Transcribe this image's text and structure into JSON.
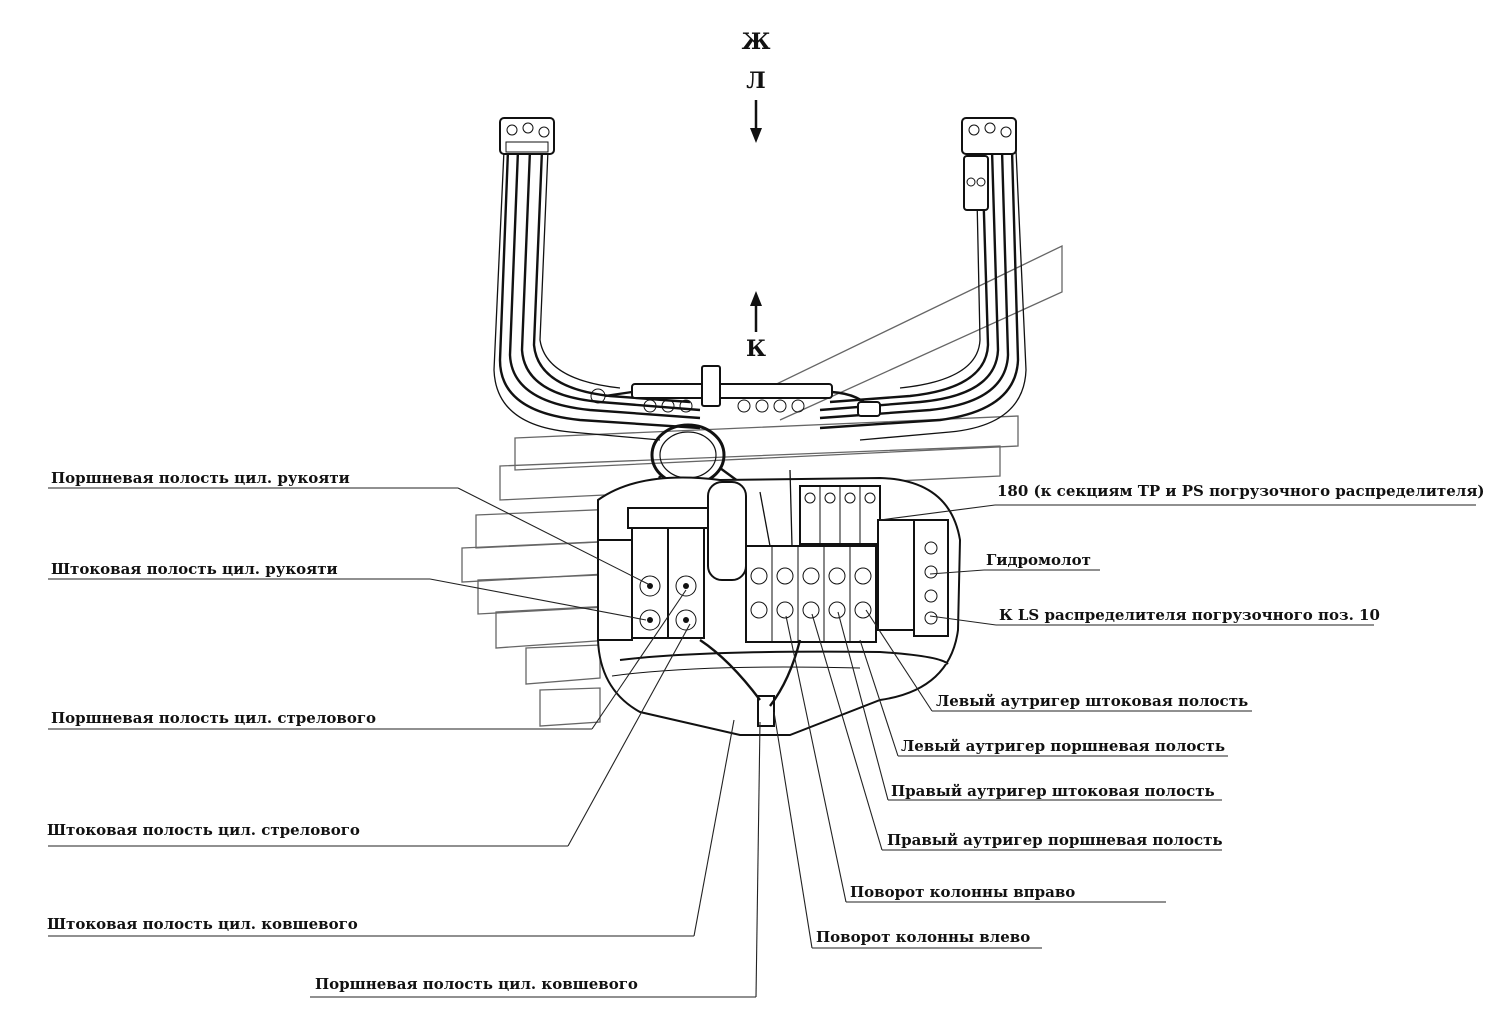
{
  "directions": {
    "top_1": "Ж",
    "top_2": "Л",
    "middle": "К"
  },
  "labels": {
    "piston_arm": "Поршневая полость цил. рукояти",
    "rod_arm": "Штоковая полость цил. рукояти",
    "piston_boom": "Поршневая полость цил. стрелового",
    "rod_boom": "Штоковая полость цил. стрелового",
    "rod_bucket": "Штоковая полость цил. ковшевого",
    "piston_bucket": "Поршневая полость цил. ковшевого",
    "to_sections": "180  (к секциям ТР и PS погрузочного распределителя)",
    "hammer": "Гидромолот",
    "ls_port": "К LS распределителя погрузочного поз. 10",
    "left_outrigger_rod": "Левый аутригер штоковая полость",
    "left_outrigger_piston": "Левый аутригер поршневая полость",
    "right_outrigger_rod": "Правый аутригер штоковая полость",
    "right_outrigger_piston": "Правый аутригер поршневая полость",
    "swing_right": "Поворот колонны вправо",
    "swing_left": "Поворот колонны влево"
  },
  "colors": {
    "ink": "#111111",
    "background": "#ffffff"
  }
}
